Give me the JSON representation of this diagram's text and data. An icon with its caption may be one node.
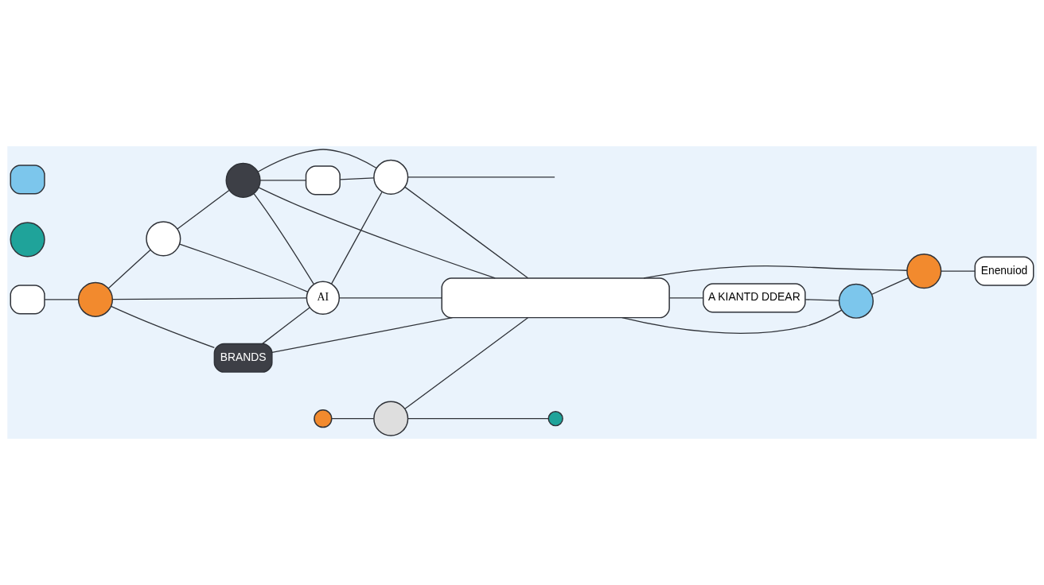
{
  "diagram": {
    "nodes": [
      {
        "text": [],
        "shape": "box"
      },
      {
        "text": [],
        "shape": "circle"
      },
      {
        "text": [],
        "shape": "box"
      },
      {
        "text": [],
        "shape": "circle"
      },
      {
        "text": [],
        "shape": "circle"
      },
      {
        "text": [
          "BRANDS"
        ]
      },
      {
        "text": [
          "AI"
        ]
      },
      {
        "text": [],
        "shape": "circle"
      },
      {
        "text": [],
        "shape": "box"
      },
      {
        "text": [],
        "shape": "circle"
      },
      {
        "text": [],
        "shape": "circle"
      },
      {
        "text": [],
        "shape": "circle"
      },
      {
        "text": [
          "A KIANTD DDEAR"
        ]
      },
      {
        "text": [],
        "shape": "circle"
      },
      {
        "text": [],
        "shape": "circle"
      },
      {
        "text": [
          "Enenuiod"
        ]
      },
      {
        "text": [],
        "shape": "circle"
      },
      {
        "text": [],
        "shape": "box"
      }
    ],
    "edges": [
      {
        "from": 0,
        "to": 3,
        "arrow": "none"
      },
      {
        "from": 3,
        "to": 1,
        "arrow": "none"
      },
      {
        "from": 3,
        "to": 6,
        "arrow": "none"
      },
      {
        "from": 3,
        "to": 5,
        "arrow": "none"
      },
      {
        "from": 1,
        "to": 6,
        "arrow": "none"
      },
      {
        "from": 1,
        "to": 4,
        "arrow": "none"
      },
      {
        "from": 4,
        "to": 6,
        "arrow": "none"
      },
      {
        "from": 4,
        "to": 2,
        "arrow": "none"
      },
      {
        "from": 4,
        "to": 7,
        "arrow": "none"
      },
      {
        "from": 2,
        "to": 7,
        "arrow": "none"
      },
      {
        "from": 6,
        "to": 7,
        "arrow": "none"
      },
      {
        "from": 5,
        "to": 6,
        "arrow": "none"
      },
      {
        "from": 6,
        "to": 8,
        "arrow": "none"
      },
      {
        "from": 4,
        "to": 8,
        "arrow": "none"
      },
      {
        "from": 7,
        "to": 8,
        "arrow": "none"
      },
      {
        "from": 5,
        "to": 8,
        "arrow": "none"
      },
      {
        "from": 7,
        "to": null,
        "arrow": "none"
      },
      {
        "from": 10,
        "to": 11,
        "arrow": "none"
      },
      {
        "from": 11,
        "to": 16,
        "arrow": "none"
      },
      {
        "from": 11,
        "to": 8,
        "arrow": "none"
      },
      {
        "from": 8,
        "to": 12,
        "arrow": "none"
      },
      {
        "from": 8,
        "to": 13,
        "arrow": "none"
      },
      {
        "from": 8,
        "to": 14,
        "arrow": "none"
      },
      {
        "from": 12,
        "to": 13,
        "arrow": "none"
      },
      {
        "from": 13,
        "to": 14,
        "arrow": "none"
      },
      {
        "from": 14,
        "to": 15,
        "arrow": "none"
      }
    ]
  }
}
